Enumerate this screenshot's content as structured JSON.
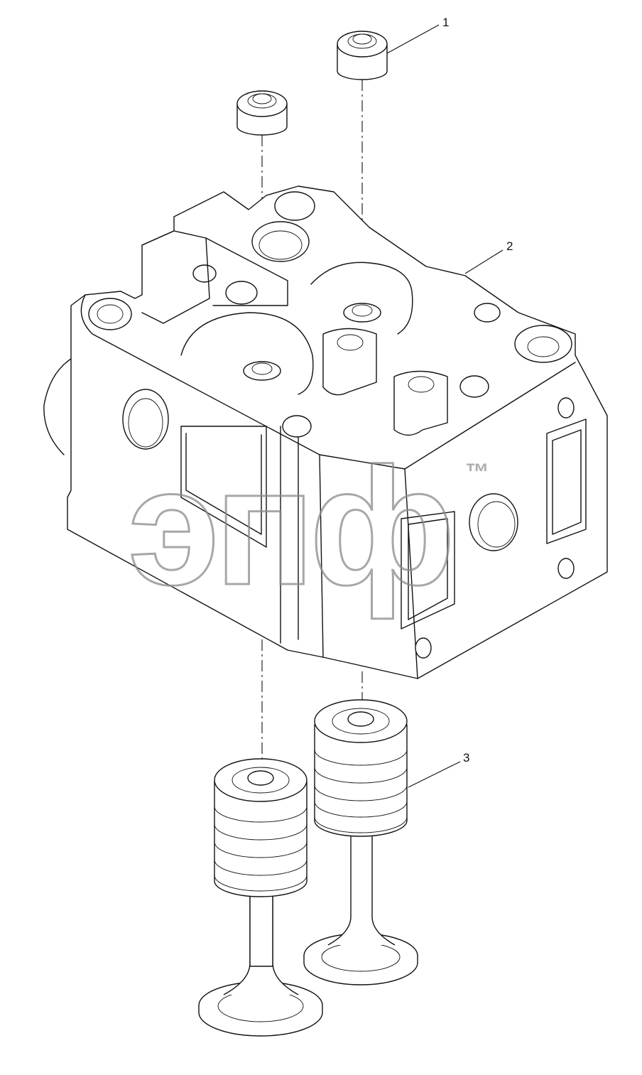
{
  "callouts": [
    {
      "id": "1",
      "label": "1"
    },
    {
      "id": "2",
      "label": "2"
    },
    {
      "id": "3",
      "label": "3"
    }
  ],
  "watermark": {
    "text": "эпф",
    "trademark": "™"
  }
}
